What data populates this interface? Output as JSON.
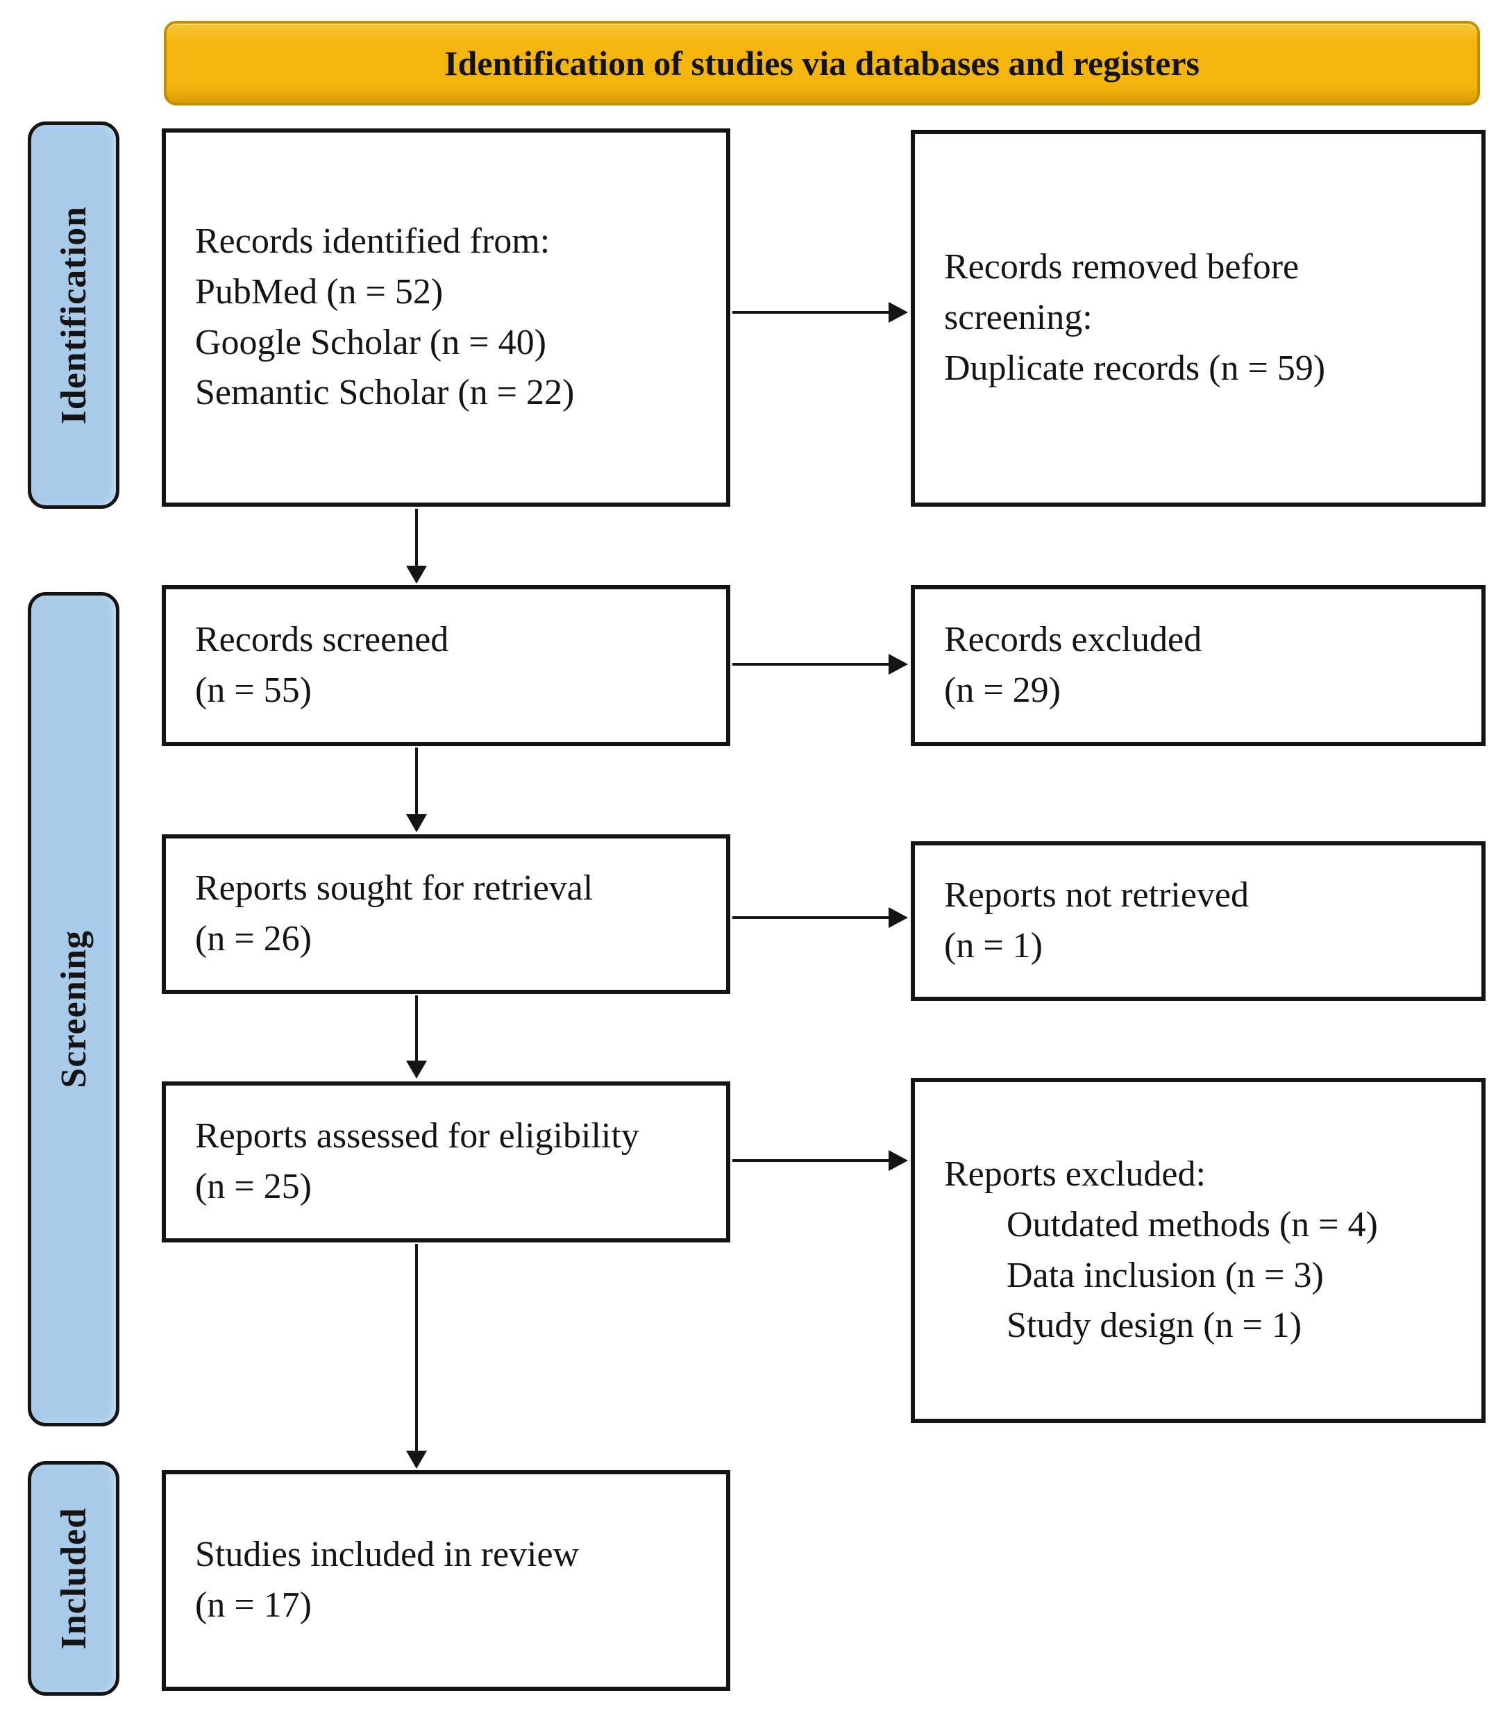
{
  "banner": {
    "label": "Identification of studies via databases and registers"
  },
  "colors": {
    "banner-bg": "#F5B50F",
    "banner-border": "#C38F00",
    "sidebar-bg": "#A9CBEA",
    "line": "#141414",
    "text": "#141414"
  },
  "sidebar": {
    "items": [
      {
        "label": "Identification"
      },
      {
        "label": "Screening"
      },
      {
        "label": "Included"
      }
    ]
  },
  "flow": {
    "left": [
      {
        "lines": [
          "Records identified from:",
          "PubMed (n = 52)",
          "Google Scholar (n = 40)",
          "Semantic Scholar (n = 22)"
        ]
      },
      {
        "lines": [
          "Records screened",
          "(n = 55)"
        ]
      },
      {
        "lines": [
          "Reports sought for retrieval",
          "(n = 26)"
        ]
      },
      {
        "lines": [
          "Reports assessed for eligibility",
          "(n = 25)"
        ]
      },
      {
        "lines": [
          "Studies included in review",
          "(n = 17)"
        ]
      }
    ],
    "right": [
      {
        "lines": [
          "Records removed before",
          "screening:",
          "Duplicate records (n = 59)"
        ]
      },
      {
        "lines": [
          "Records excluded",
          "(n = 29)"
        ]
      },
      {
        "lines": [
          "Reports not retrieved",
          "(n = 1)"
        ]
      },
      {
        "lines": [
          "Reports excluded:",
          "Outdated methods (n = 4)",
          "Data inclusion (n = 3)",
          "Study design (n = 1)"
        ]
      }
    ]
  }
}
